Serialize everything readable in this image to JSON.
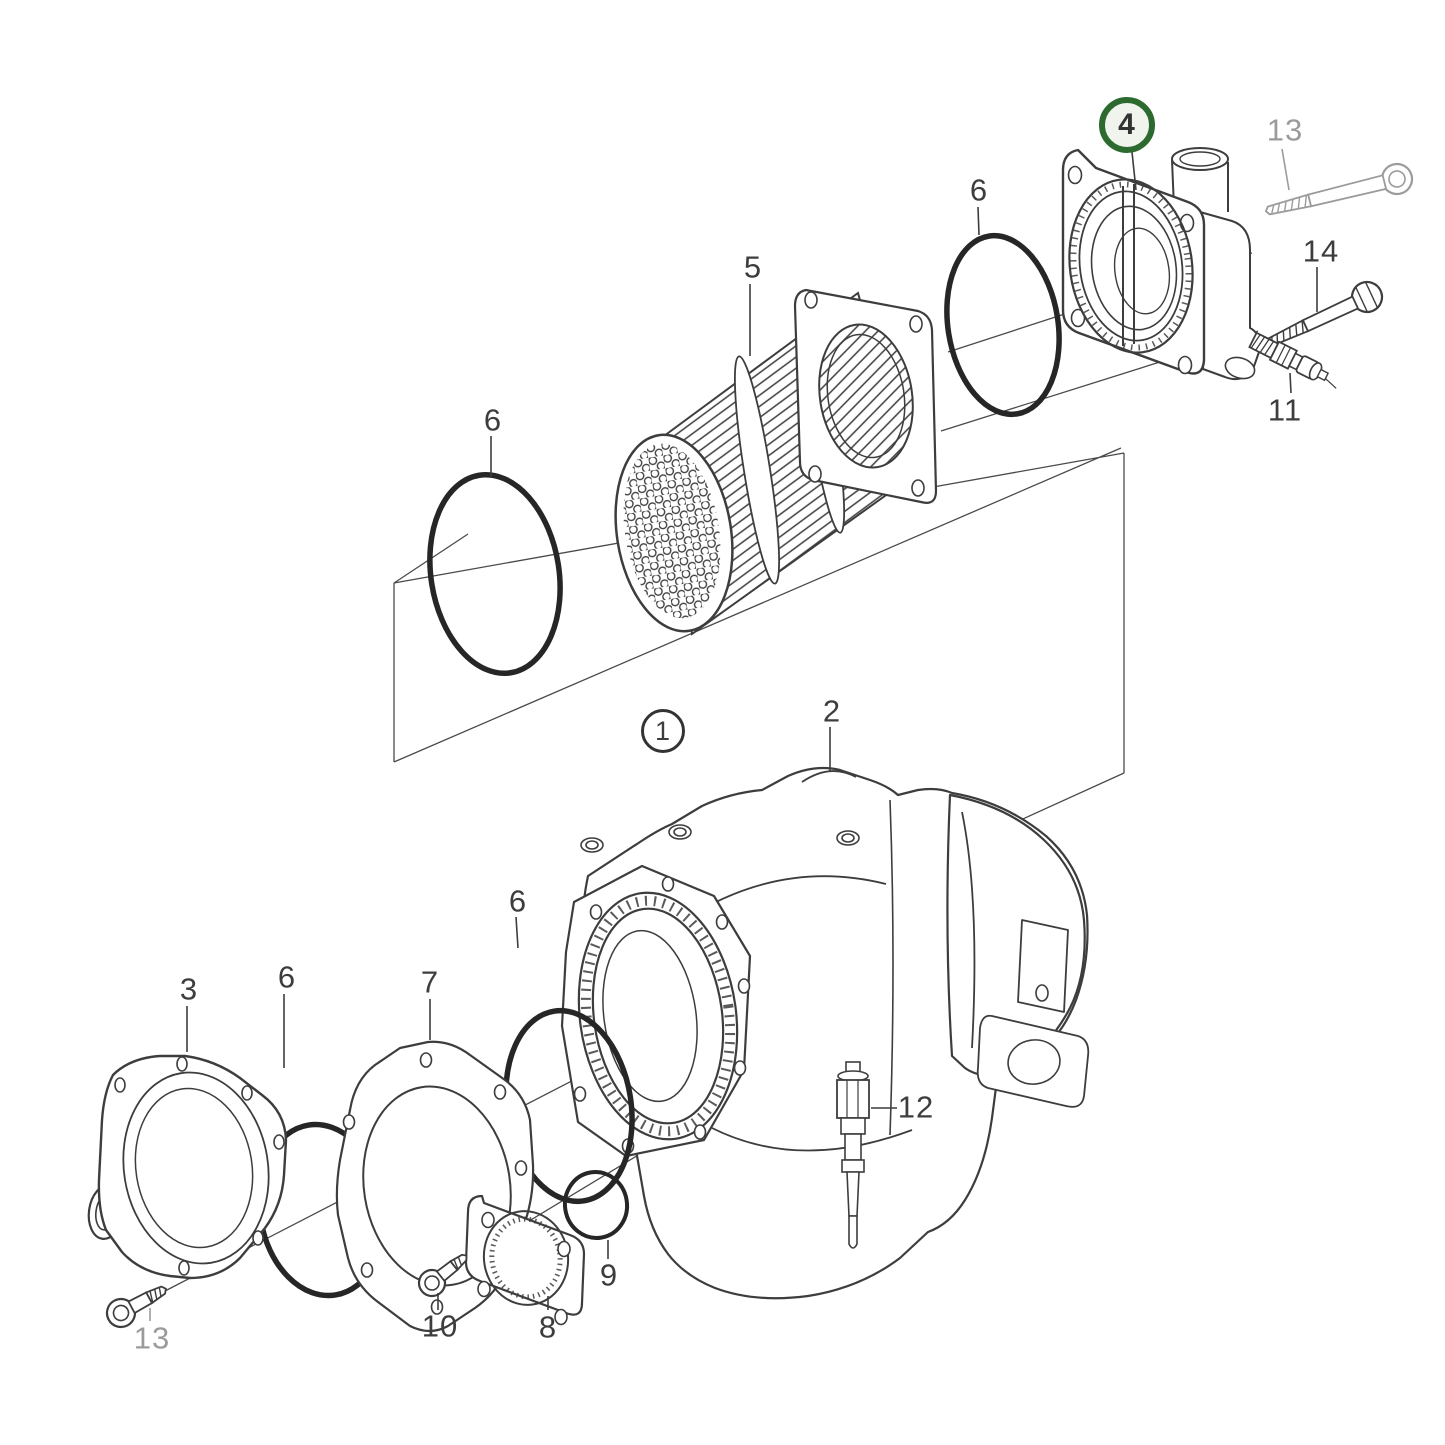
{
  "diagram": {
    "kind": "exploded-parts-diagram",
    "subject": "heat-exchanger assembly exploded view",
    "selected_callout": "4",
    "colors": {
      "line": "#3d3d3d",
      "thin_line": "#4a4a4a",
      "oring": "#262626",
      "label": "#3d3d3d",
      "muted_label": "#9b9b9b",
      "selected_ring_green": "#2d6a2f",
      "selected_fill": "#f0f4ec",
      "background": "#ffffff"
    },
    "callouts": [
      {
        "id": "1",
        "text": "1",
        "style": "circled"
      },
      {
        "id": "2",
        "text": "2",
        "style": "plain"
      },
      {
        "id": "3",
        "text": "3",
        "style": "plain"
      },
      {
        "id": "4",
        "text": "4",
        "style": "circled-selected"
      },
      {
        "id": "5",
        "text": "5",
        "style": "plain"
      },
      {
        "id": "6a",
        "text": "6",
        "style": "plain"
      },
      {
        "id": "6b",
        "text": "6",
        "style": "plain"
      },
      {
        "id": "6c",
        "text": "6",
        "style": "plain"
      },
      {
        "id": "6d",
        "text": "6",
        "style": "plain"
      },
      {
        "id": "7",
        "text": "7",
        "style": "plain"
      },
      {
        "id": "8",
        "text": "8",
        "style": "plain"
      },
      {
        "id": "9",
        "text": "9",
        "style": "plain"
      },
      {
        "id": "10",
        "text": "10",
        "style": "plain"
      },
      {
        "id": "11",
        "text": "11",
        "style": "plain"
      },
      {
        "id": "12",
        "text": "12",
        "style": "plain"
      },
      {
        "id": "13a",
        "text": "13",
        "style": "muted"
      },
      {
        "id": "13b",
        "text": "13",
        "style": "muted"
      },
      {
        "id": "14",
        "text": "14",
        "style": "plain"
      }
    ]
  }
}
